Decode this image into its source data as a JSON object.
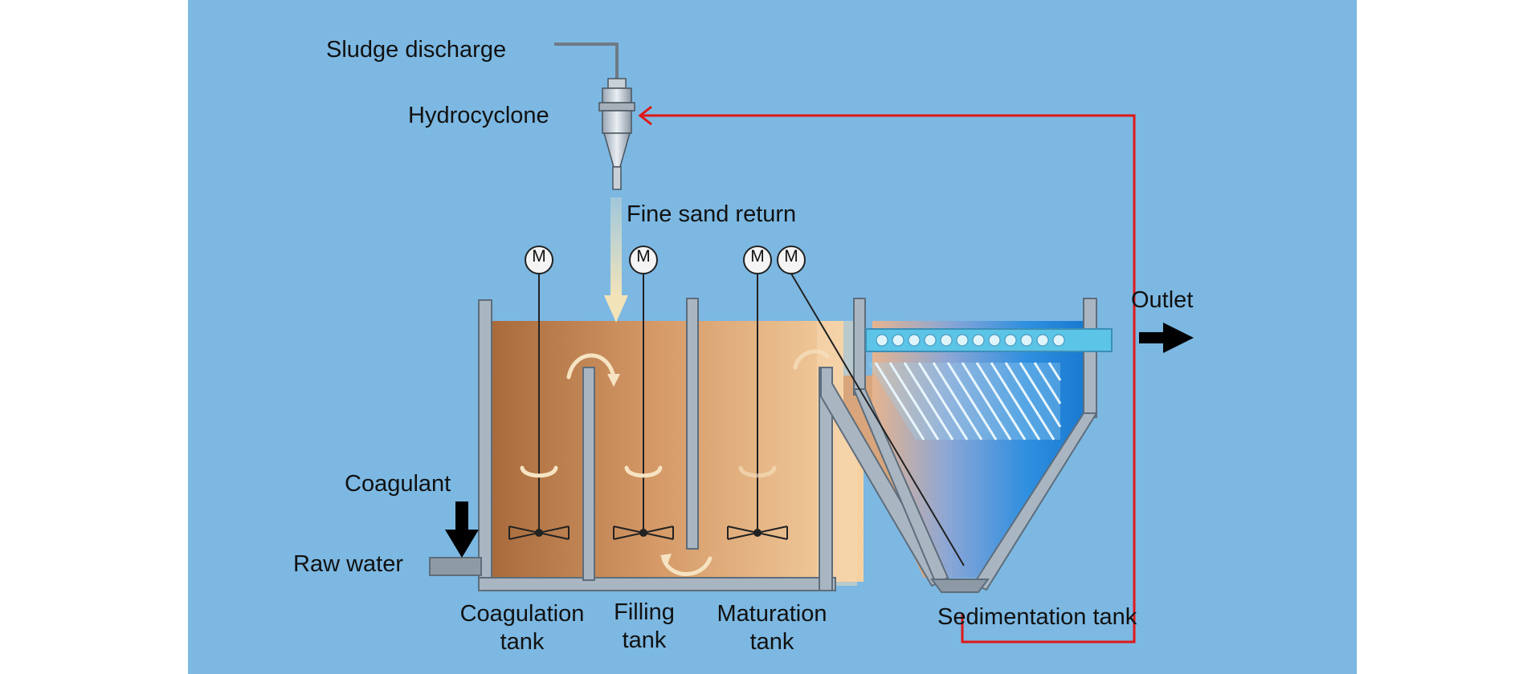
{
  "diagram": {
    "labels": {
      "sludge_discharge": "Sludge discharge",
      "hydrocyclone": "Hydrocyclone",
      "fine_sand_return": "Fine sand return",
      "outlet": "Outlet",
      "coagulant": "Coagulant",
      "raw_water": "Raw water",
      "coagulation_tank_line1": "Coagulation",
      "coagulation_tank_line2": "tank",
      "filling_tank_line1": "Filling",
      "filling_tank_line2": "tank",
      "maturation_tank_line1": "Maturation",
      "maturation_tank_line2": "tank",
      "sedimentation_tank": "Sedimentation tank"
    },
    "motor_symbol": "M",
    "colors": {
      "background": "#7cb8e2",
      "return_line": "#e01818",
      "tank_wall": "#a9b6c2",
      "water_brown": "#b5784a",
      "water_light": "#f2c89a",
      "settling_blue": "#1f86d8"
    }
  }
}
